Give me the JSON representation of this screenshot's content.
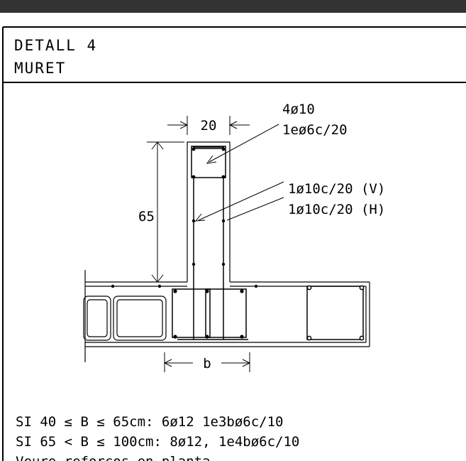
{
  "title": {
    "line1": "DETALL 4",
    "line2": "MURET"
  },
  "dimensions": {
    "wall_width": "20",
    "wall_height": "65",
    "beam_width": "b"
  },
  "rebar_labels": {
    "top_bars": "4ø10",
    "stirrups": "1eø6c/20",
    "vertical_bars": "1ø10c/20 (V)",
    "horizontal_bars": "1ø10c/20 (H)"
  },
  "notes": [
    "SI 40 ≤ B ≤ 65cm: 6ø12 1e3bø6c/10",
    "SI 65 < B ≤ 100cm: 8ø12, 1e4bø6c/10",
    "Veure reforços en planta"
  ]
}
